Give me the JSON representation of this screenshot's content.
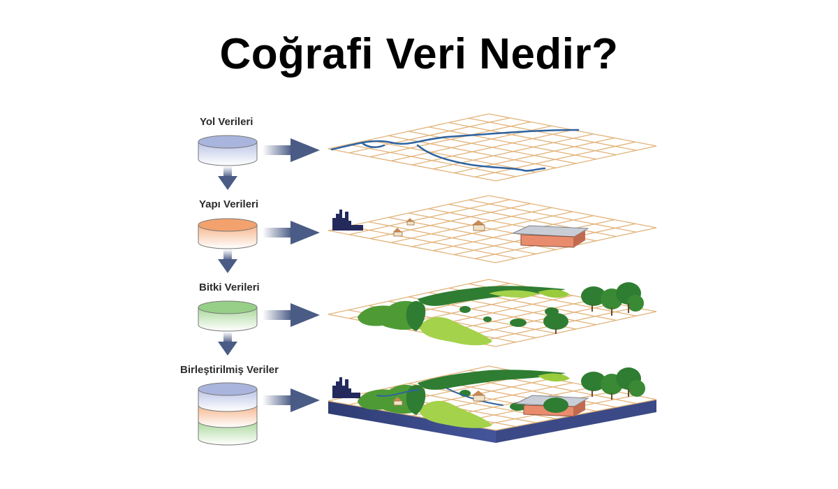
{
  "title": "Coğrafi Veri Nedir?",
  "layers": [
    {
      "label": "Yol Verileri",
      "color": "#b9c3e6"
    },
    {
      "label": "Yapı Verileri",
      "color": "#f6b58a"
    },
    {
      "label": "Bitki Verileri",
      "color": "#a9d89a"
    },
    {
      "label": "Birleştirilmiş Veriler",
      "color": "#b9c3e6"
    }
  ],
  "colors": {
    "arrow": "#4a5b85",
    "grid": "#e2b37a",
    "road": "#2e63a0",
    "tree_dark": "#2f7d32",
    "tree_light": "#9acb3c",
    "base": "#3b4a86"
  }
}
